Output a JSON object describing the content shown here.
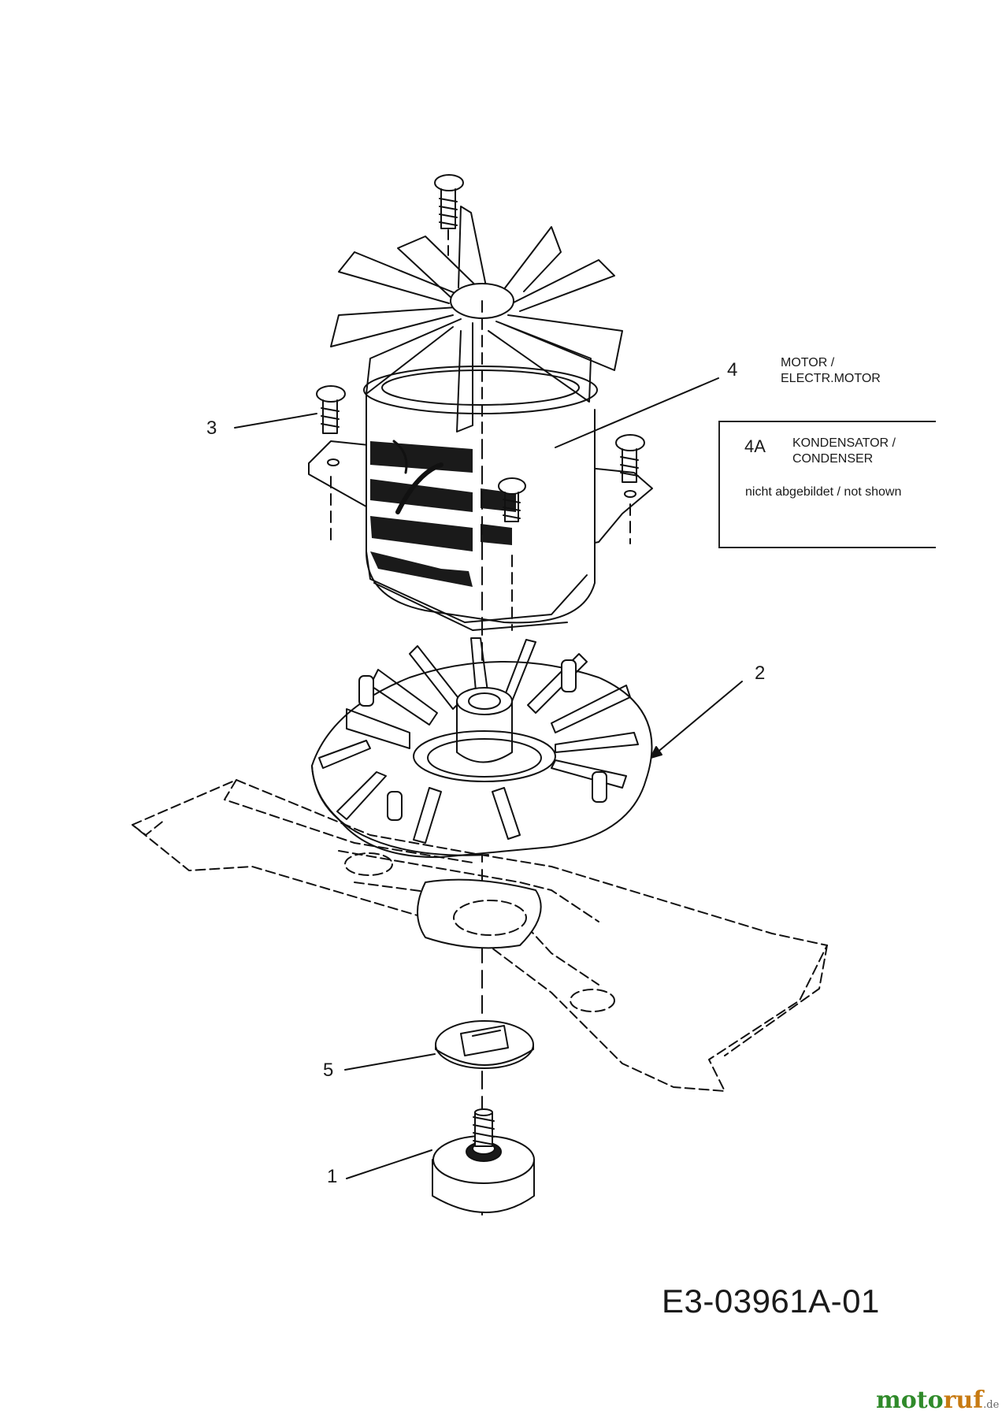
{
  "callouts": {
    "c1": "1",
    "c2": "2",
    "c3": "3",
    "c4": "4",
    "c5": "5"
  },
  "motor": {
    "line1": "MOTOR /",
    "line2": "ELECTR.MOTOR"
  },
  "note": {
    "id": "4A",
    "line1": "KONDENSATOR /",
    "line2": "CONDENSER",
    "line3": "nicht abgebildet / not shown"
  },
  "document_id": "E3-03961A-01",
  "watermark": {
    "part1": "moto",
    "part2": "ruf",
    "part3": ".de"
  },
  "colors": {
    "line": "#111111",
    "winding": "#1a1a1a",
    "watermark_green": "#2f8a2a",
    "watermark_orange": "#c77a12"
  }
}
